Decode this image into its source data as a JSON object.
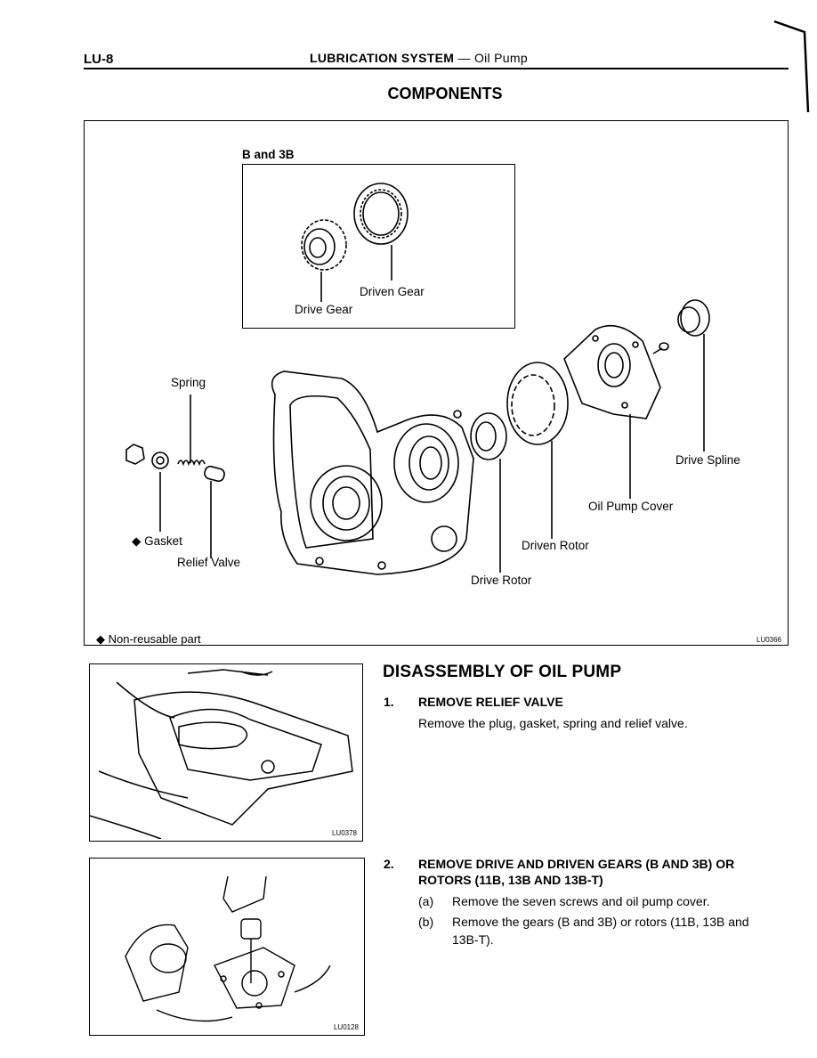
{
  "header": {
    "page": "LU-8",
    "title": "LUBRICATION SYSTEM",
    "subtitle": "— Oil Pump"
  },
  "components": {
    "title": "COMPONENTS",
    "inset_title": "B and 3B",
    "labels": {
      "driven_gear": "Driven Gear",
      "drive_gear": "Drive Gear",
      "spring": "Spring",
      "gasket": "Gasket",
      "relief_valve": "Relief Valve",
      "drive_spline": "Drive Spline",
      "oil_pump_cover": "Oil Pump Cover",
      "driven_rotor": "Driven Rotor",
      "drive_rotor": "Drive Rotor"
    },
    "legend": "Non-reusable part",
    "figure_code": "LU0366"
  },
  "disassembly": {
    "title": "DISASSEMBLY OF OIL PUMP",
    "steps": [
      {
        "num": "1.",
        "title": "REMOVE RELIEF VALVE",
        "text": "Remove the plug, gasket, spring and relief valve."
      },
      {
        "num": "2.",
        "title_line1": "REMOVE DRIVE AND DRIVEN GEARS (B AND 3B) OR",
        "title_line2": "ROTORS (11B, 13B AND 13B-T)",
        "sub": [
          {
            "mark": "(a)",
            "text": "Remove the seven screws and oil pump cover."
          },
          {
            "mark": "(b)",
            "line1": "Remove the gears (B and 3B) or rotors (11B, 13B and",
            "line2": "13B-T)."
          }
        ]
      }
    ],
    "fig1_code": "LU0378",
    "fig2_code": "LU0128"
  }
}
